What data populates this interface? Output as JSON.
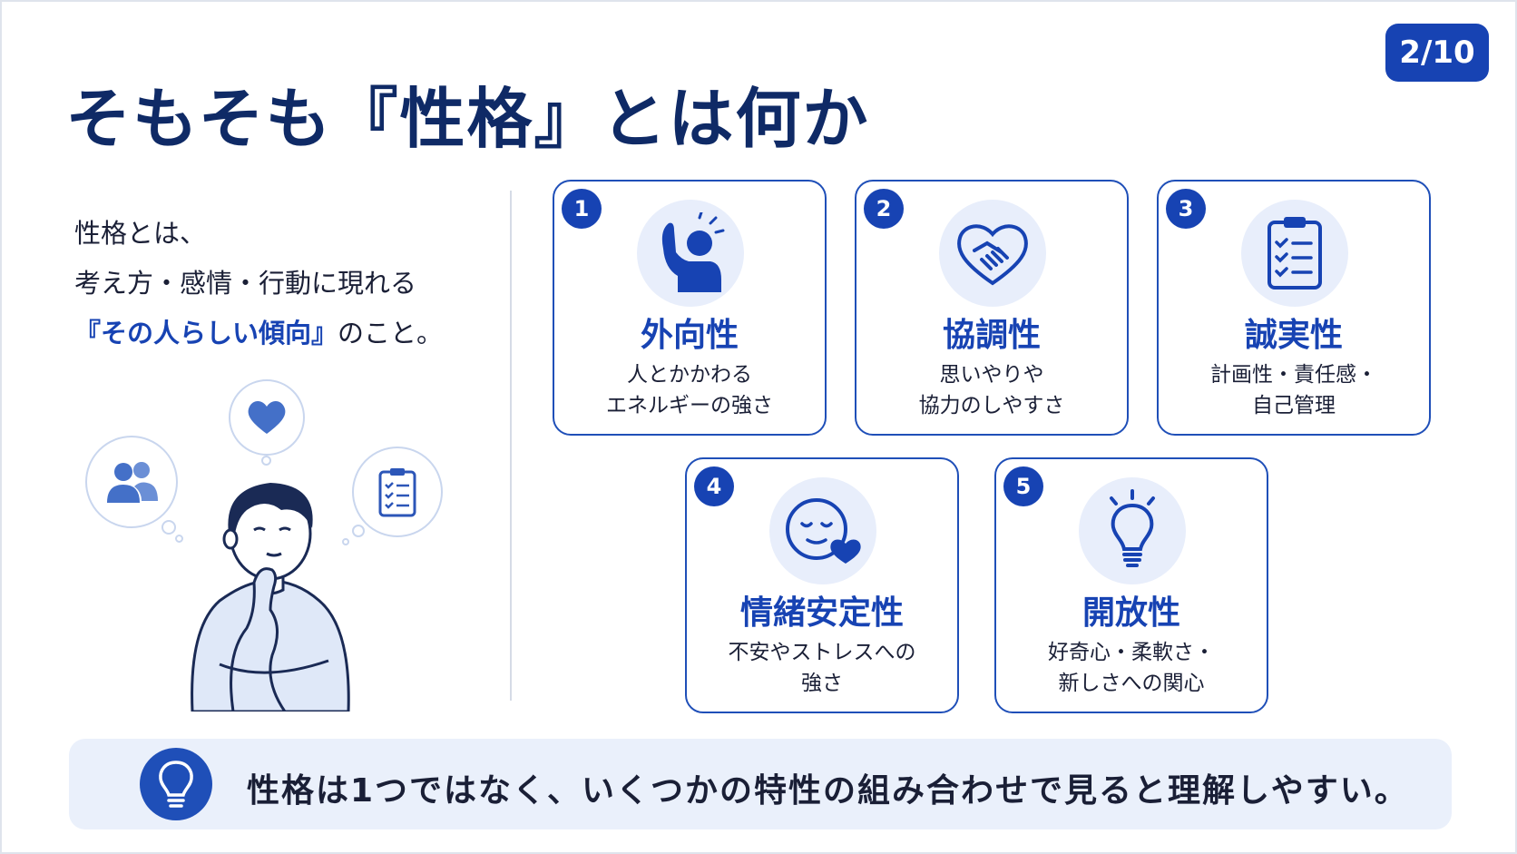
{
  "page": {
    "indicator": "2/10"
  },
  "title": "そもそも『性格』とは何か",
  "intro": {
    "line1": "性格とは、",
    "line2": "考え方・感情・行動に現れる",
    "line3_highlight": "『その人らしい傾向』",
    "line3_rest": "のこと。"
  },
  "traits": [
    {
      "number": "1",
      "name": "外向性",
      "desc": [
        "人とかかわる",
        "エネルギーの強さ"
      ],
      "icon": "raised-hand-person-icon"
    },
    {
      "number": "2",
      "name": "協調性",
      "desc": [
        "思いやりや",
        "協力のしやすさ"
      ],
      "icon": "handshake-heart-icon"
    },
    {
      "number": "3",
      "name": "誠実性",
      "desc": [
        "計画性・責任感・",
        "自己管理"
      ],
      "icon": "clipboard-checklist-icon"
    },
    {
      "number": "4",
      "name": "情緒安定性",
      "desc": [
        "不安やストレスへの",
        "強さ"
      ],
      "icon": "calm-face-heart-icon"
    },
    {
      "number": "5",
      "name": "開放性",
      "desc": [
        "好奇心・柔軟さ・",
        "新しさへの関心"
      ],
      "icon": "lightbulb-icon"
    }
  ],
  "summary": {
    "text": "性格は1つではなく、いくつかの特性の組み合わせで見ると理解しやすい。",
    "icon": "lightbulb-icon"
  },
  "colors": {
    "primary": "#1743b3",
    "title": "#0f2a66",
    "light": "#e8eefb"
  }
}
